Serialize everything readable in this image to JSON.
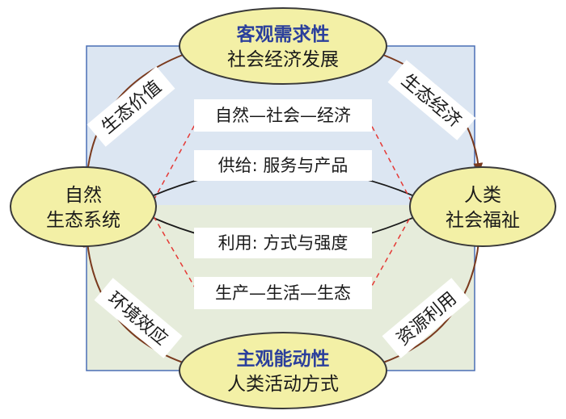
{
  "colors": {
    "top_region": "#dce6f2",
    "bottom_region": "#e6ecdb",
    "region_border": "#4a6fb5",
    "ellipse_fill": "#f3f0a6",
    "ellipse_stroke": "#3a3a3a",
    "connector": "#7a3a1e",
    "dashed": "#e53935",
    "title_blue": "#2b3f9c"
  },
  "nodes": {
    "top": {
      "title": "客观需求性",
      "subtitle": "社会经济发展"
    },
    "bottom": {
      "title": "主观能动性",
      "subtitle": "人类活动方式"
    },
    "left": {
      "line1": "自然",
      "line2": "生态系统"
    },
    "right": {
      "line1": "人类",
      "line2": "社会福祉"
    }
  },
  "boxes": {
    "upper_dashed": "自然—社会—经济",
    "upper_link": "供给: 服务与产品",
    "lower_link": "利用: 方式与强度",
    "lower_dashed": "生产—生活—生态"
  },
  "side_labels": {
    "top_left": "生态价值",
    "top_right": "生态经济",
    "bottom_left": "环境效应",
    "bottom_right": "资源利用"
  }
}
